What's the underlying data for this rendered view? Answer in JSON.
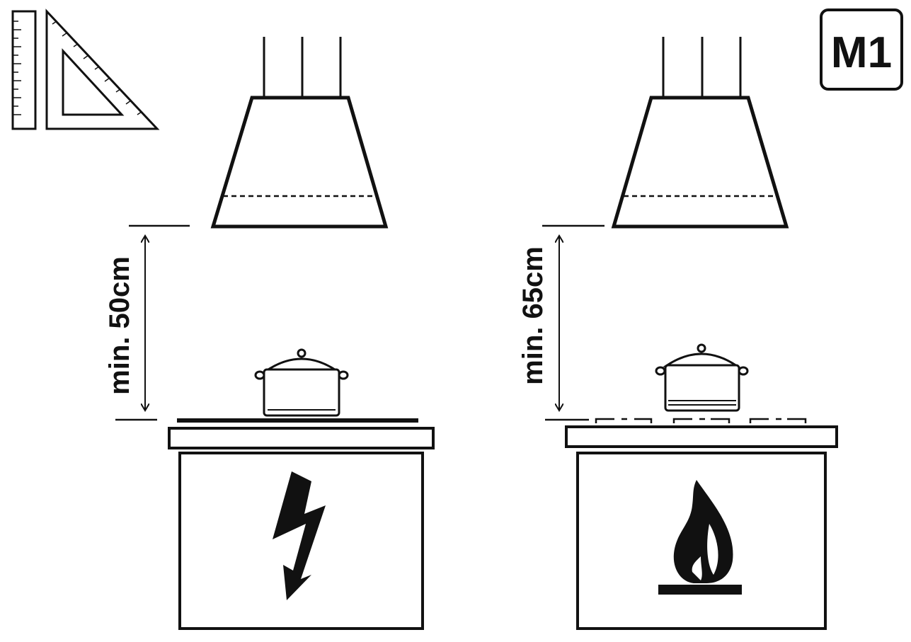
{
  "badge": {
    "label": "M1"
  },
  "panels": [
    {
      "clearance_label": "min. 50cm",
      "hob_type": "electric",
      "symbol": "lightning-bolt-icon"
    },
    {
      "clearance_label": "min. 65cm",
      "hob_type": "gas",
      "symbol": "flame-icon"
    }
  ],
  "colors": {
    "stroke": "#111111",
    "background": "#ffffff"
  }
}
